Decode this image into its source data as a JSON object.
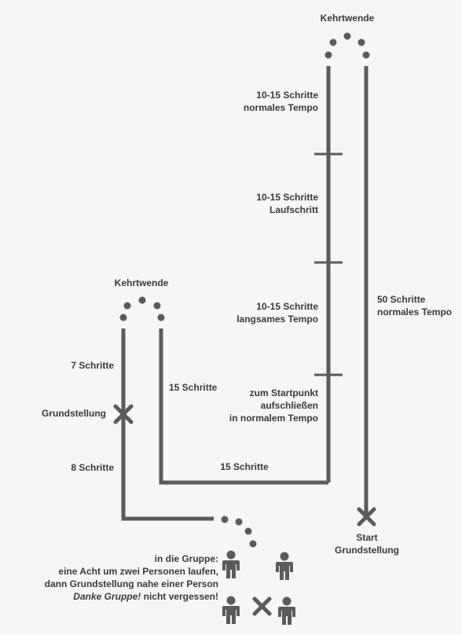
{
  "colors": {
    "path": "#5b5b5b",
    "text": "#3a3a3a",
    "background": "#f6f6f4"
  },
  "icons": {
    "start_cross": "x-mark-icon",
    "person": "person-icon",
    "dot": "dot-icon"
  },
  "labels": {
    "kehrtwende_top": "Kehrtwende",
    "kehrtwende_left": "Kehrtwende",
    "seg_top_line1": "10-15 Schritte",
    "seg_top_line2": "normales Tempo",
    "seg_mid_line1": "10-15 Schritte",
    "seg_mid_line2": "Laufschritt",
    "seg_low_line1": "10-15 Schritte",
    "seg_low_line2": "langsames Tempo",
    "right_line1": "50 Schritte",
    "right_line2": "normales Tempo",
    "close_line1": "zum Startpunkt",
    "close_line2": "aufschließen",
    "close_line3": "in normalem Tempo",
    "left_upper": "7 Schritte",
    "grundstellung_left": "Grundstellung",
    "left_lower": "8 Schritte",
    "inner_right": "15 Schritte",
    "bottom": "15 Schritte",
    "start_line1": "Start",
    "start_line2": "Grundstellung",
    "group_line1": "in die Gruppe:",
    "group_line2": "eine Acht um zwei Personen laufen,",
    "group_line3": "dann Grundstellung nahe einer Person",
    "group_line4_italic": "Danke Gruppe!",
    "group_line4_rest": " nicht vergessen!"
  }
}
